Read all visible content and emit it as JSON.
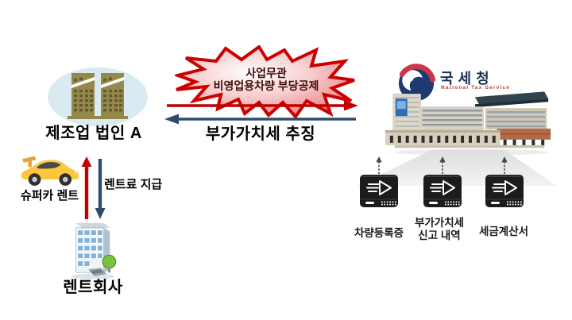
{
  "diagram": {
    "manufacturer_label": "제조업 법인 A",
    "burst_line1": "사업무관",
    "burst_line2": "비영업용차량  부당공제",
    "vat_label": "부가가치세 추징",
    "supercar_label": "슈퍼카 렌트",
    "rent_payment_label": "렌트료 지급",
    "rental_company_label": "렌트회사",
    "nts_name": "국세청",
    "nts_subtitle": "National Tax Service",
    "doc_labels": [
      "차량등록증",
      "부가가치세\n신고 내역",
      "세금계산서"
    ]
  },
  "colors": {
    "red_arrow": "#c00000",
    "navy_arrow": "#2e4d6e",
    "burst_border": "#cc0000",
    "burst_text": "#3f0a0a",
    "manufacturer_building": "#95884a",
    "ellipse_bg": "#d9eaf1",
    "server_body": "#1c1c1c",
    "nts_navy": "#1d3a72",
    "nts_red": "#c9374a",
    "car_body": "#fec63e",
    "funnel_gray": "#e6e6e6"
  }
}
